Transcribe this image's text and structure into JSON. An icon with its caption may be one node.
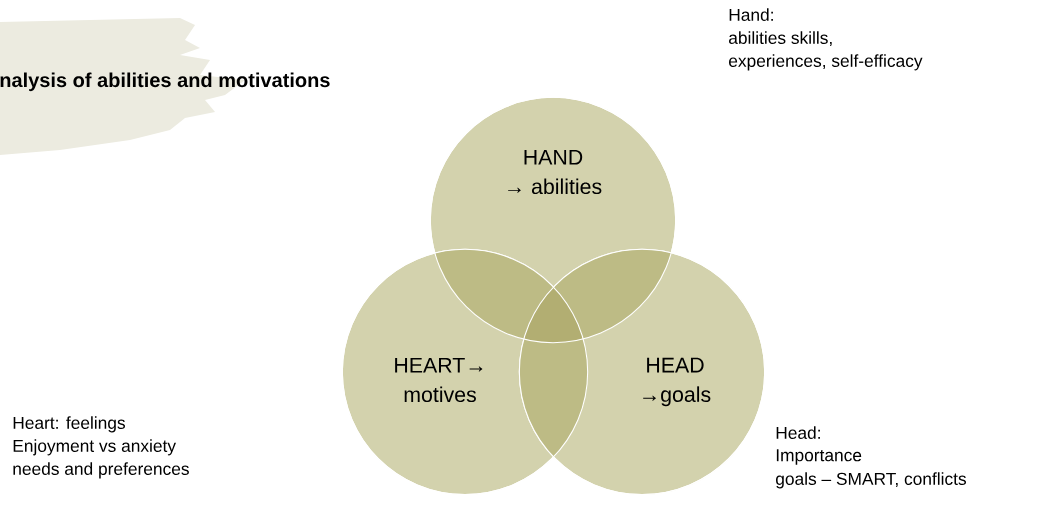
{
  "diagram": {
    "title": "nalysis of abilities and motivations",
    "nodes": [
      {
        "text": [
          "HAND",
          "→ abilities"
        ],
        "beside": [
          "Hand:",
          "abilities skills,",
          "experiences, self-efficacy"
        ]
      },
      {
        "text": [
          "HEART→ motives"
        ],
        "beside": [
          "Heart: feelings",
          "Enjoyment vs anxiety",
          "needs and preferences"
        ]
      },
      {
        "text": [
          "HEAD",
          "→goals"
        ],
        "beside": [
          "Head:",
          "Importance",
          "goals – SMART, conflicts"
        ]
      }
    ]
  }
}
